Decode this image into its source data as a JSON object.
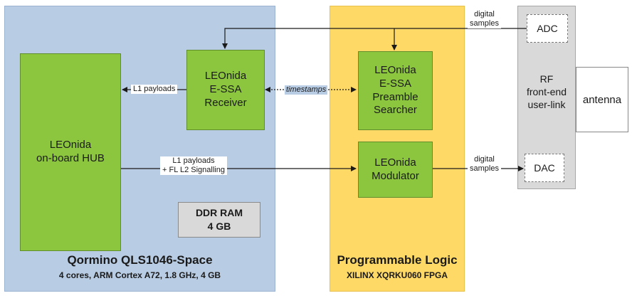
{
  "regions": {
    "processor": {
      "title": "Qormino QLS1046-Space",
      "subtitle": "4 cores, ARM Cortex A72, 1.8 GHz, 4 GB"
    },
    "fpga": {
      "title": "Programmable Logic",
      "subtitle": "XILINX XQRKU060 FPGA"
    },
    "rf": {
      "label": "RF\nfront-end\nuser-link"
    }
  },
  "blocks": {
    "hub": "LEOnida\non-board HUB",
    "receiver": "LEOnida\nE-SSA\nReceiver",
    "searcher": "LEOnida\nE-SSA\nPreamble\nSearcher",
    "modulator": "LEOnida\nModulator",
    "ddr": "DDR RAM\n4 GB",
    "adc": "ADC",
    "dac": "DAC",
    "antenna": "antenna"
  },
  "links": {
    "l1_payloads": "L1 payloads",
    "l1_fl": "L1 payloads\n+ FL L2 Signalling",
    "timestamps": "timestamps",
    "digital_samples_top": "digital\nsamples",
    "digital_samples_bottom": "digital\nsamples"
  }
}
